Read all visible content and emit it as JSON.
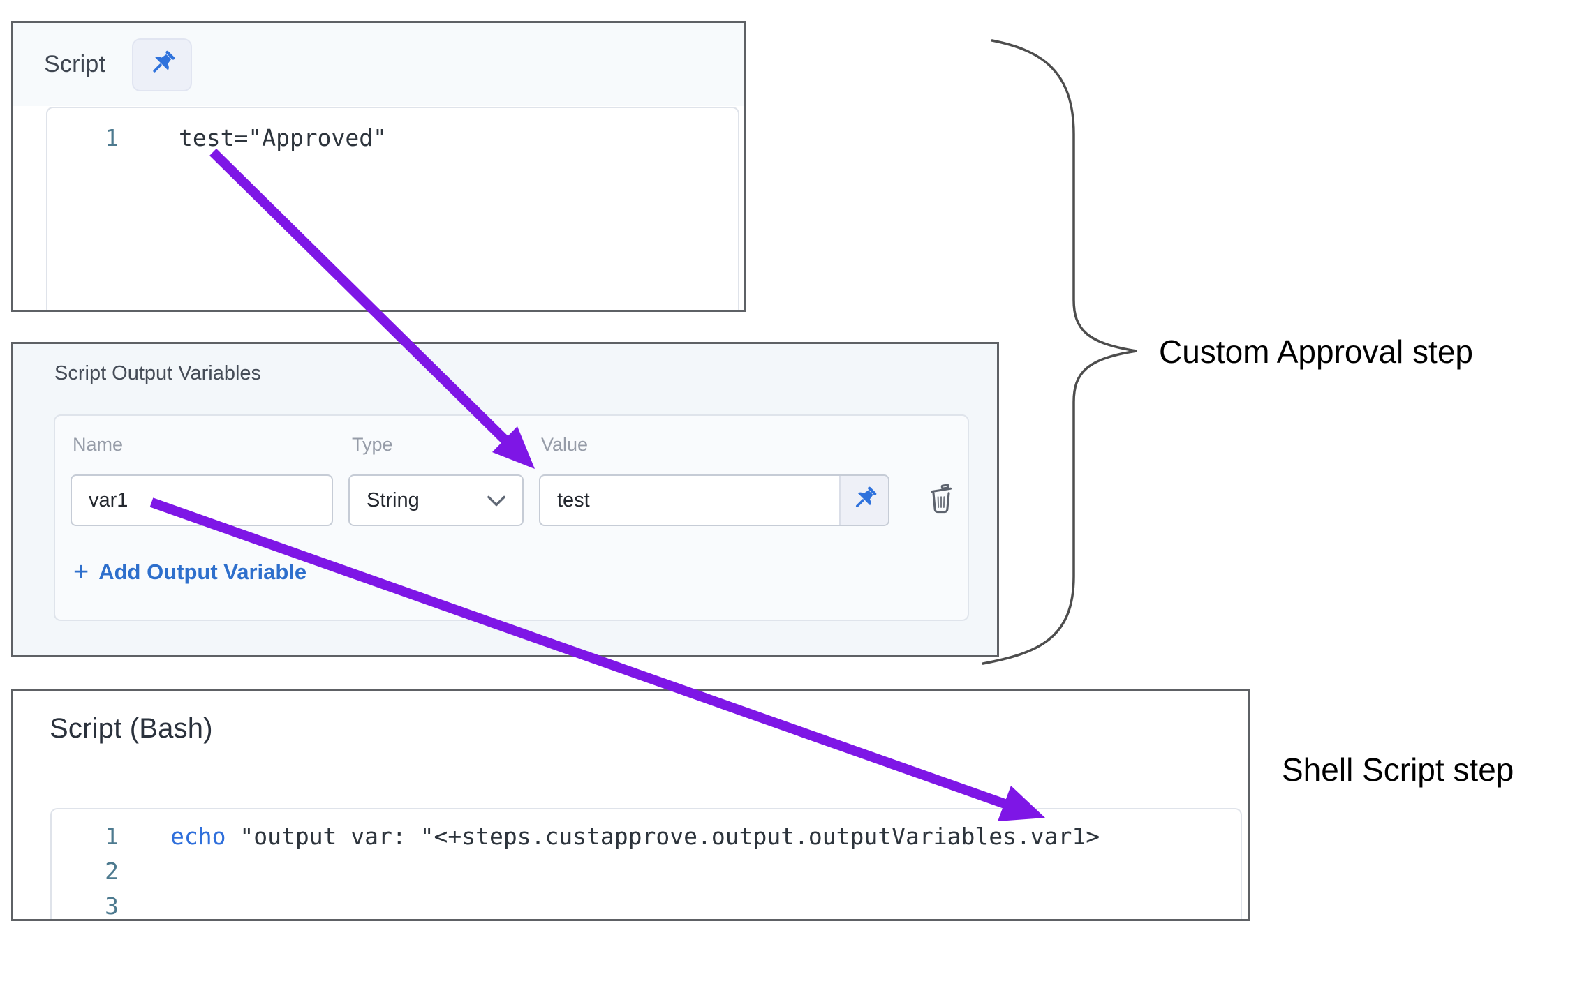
{
  "top_panel": {
    "title": "Script",
    "editor": {
      "lines": [
        {
          "num": "1",
          "code": "test=\"Approved\""
        }
      ]
    }
  },
  "variables_panel": {
    "title": "Script Output Variables",
    "columns": {
      "name": "Name",
      "type": "Type",
      "value": "Value"
    },
    "row": {
      "name": "var1",
      "type": "String",
      "value": "test"
    },
    "add_plus": "+",
    "add_label": "Add Output Variable"
  },
  "bash_panel": {
    "title": "Script (Bash)",
    "editor": {
      "lines": [
        {
          "num": "1",
          "keyword": "echo",
          "rest": " \"output var: \"<+steps.custapprove.output.outputVariables.var1>"
        },
        {
          "num": "2",
          "keyword": "",
          "rest": ""
        },
        {
          "num": "3",
          "keyword": "",
          "rest": ""
        }
      ]
    }
  },
  "annotations": {
    "brace_label": "Custom Approval step",
    "shell_label": "Shell Script step"
  },
  "colors": {
    "arrow": "#7e16e6",
    "pin": "#2f72dc",
    "keyword": "#2f6fdb",
    "line_number": "#4d7a8f",
    "add_link": "#2e6fcc",
    "panel_border": "#5e6165",
    "panel_bg_tint": "#f3f7fa"
  }
}
